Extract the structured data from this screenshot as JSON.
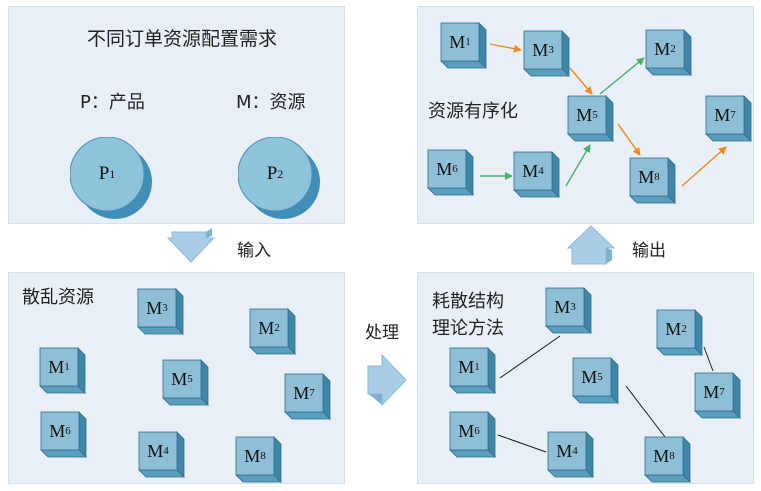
{
  "panel_top_left": {
    "title": "不同订单资源配置需求",
    "legend_p": "P：产品",
    "legend_m": "M：资源",
    "products": [
      {
        "letter": "P",
        "sub": "1"
      },
      {
        "letter": "P",
        "sub": "2"
      }
    ]
  },
  "panel_top_right": {
    "title": "资源有序化"
  },
  "panel_bottom_left": {
    "title": "散乱资源"
  },
  "panel_bottom_right": {
    "title": "耗散结构理论方法"
  },
  "arrows": {
    "input_label": "输入",
    "process_label": "处理",
    "output_label": "输出"
  },
  "resources": {
    "ordered": [
      {
        "letter": "M",
        "sub": "1"
      },
      {
        "letter": "M",
        "sub": "3"
      },
      {
        "letter": "M",
        "sub": "2"
      },
      {
        "letter": "M",
        "sub": "5"
      },
      {
        "letter": "M",
        "sub": "7"
      },
      {
        "letter": "M",
        "sub": "6"
      },
      {
        "letter": "M",
        "sub": "4"
      },
      {
        "letter": "M",
        "sub": "8"
      }
    ],
    "scattered": [
      {
        "letter": "M",
        "sub": "3"
      },
      {
        "letter": "M",
        "sub": "2"
      },
      {
        "letter": "M",
        "sub": "1"
      },
      {
        "letter": "M",
        "sub": "5"
      },
      {
        "letter": "M",
        "sub": "7"
      },
      {
        "letter": "M",
        "sub": "6"
      },
      {
        "letter": "M",
        "sub": "4"
      },
      {
        "letter": "M",
        "sub": "8"
      }
    ],
    "method": [
      {
        "letter": "M",
        "sub": "3"
      },
      {
        "letter": "M",
        "sub": "2"
      },
      {
        "letter": "M",
        "sub": "1"
      },
      {
        "letter": "M",
        "sub": "5"
      },
      {
        "letter": "M",
        "sub": "7"
      },
      {
        "letter": "M",
        "sub": "6"
      },
      {
        "letter": "M",
        "sub": "4"
      },
      {
        "letter": "M",
        "sub": "8"
      }
    ]
  },
  "colors": {
    "panel_bg": "#e8eff6",
    "cube_front": "#8fbfd6",
    "cube_top": "#b9dcea",
    "cube_side": "#3f86a8",
    "circle_fill": "#8ec3dc",
    "circle_shadow": "#3f8fb8",
    "arrow_orange": "#f08a1c",
    "arrow_green": "#4cb06a",
    "big_arrow": "#a9cde6"
  }
}
